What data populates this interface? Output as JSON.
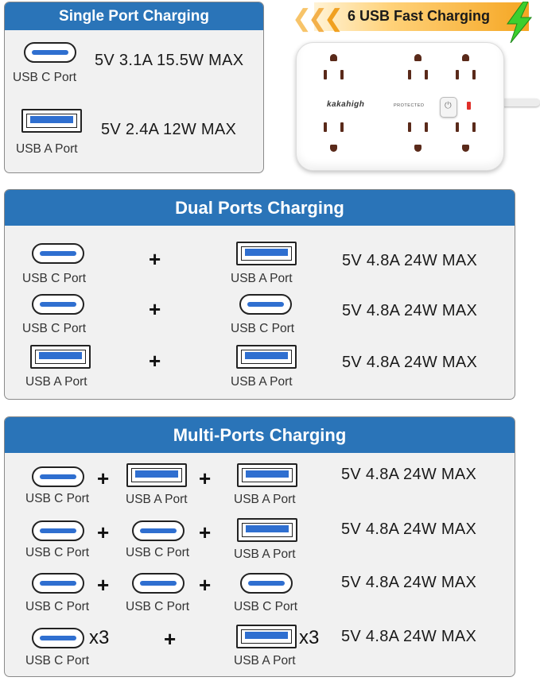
{
  "banner": {
    "text": "6 USB Fast Charging",
    "bolt_icon": "lightning-bolt-icon"
  },
  "product": {
    "brand": "kakahigh",
    "status": "PROTECTED",
    "button_icon": "power-icon"
  },
  "single": {
    "title": "Single Port Charging",
    "rows": [
      {
        "port": "USB C Port",
        "spec": "5V 3.1A 15.5W MAX"
      },
      {
        "port": "USB A Port",
        "spec": "5V 2.4A 12W MAX"
      }
    ]
  },
  "dual": {
    "title": "Dual Ports Charging",
    "plus": "+",
    "rows": [
      {
        "a": "USB C Port",
        "b": "USB A Port",
        "spec": "5V 4.8A 24W MAX"
      },
      {
        "a": "USB C Port",
        "b": "USB C Port",
        "spec": "5V 4.8A 24W MAX"
      },
      {
        "a": "USB A Port",
        "b": "USB A Port",
        "spec": "5V 4.8A 24W MAX"
      }
    ]
  },
  "multi": {
    "title": "Multi-Ports Charging",
    "plus": "+",
    "times": "x3",
    "rows": [
      {
        "a": "USB C Port",
        "b": "USB A Port",
        "c": "USB A Port",
        "spec": "5V 4.8A 24W MAX"
      },
      {
        "a": "USB C Port",
        "b": "USB C Port",
        "c": "USB A Port",
        "spec": "5V 4.8A 24W MAX"
      },
      {
        "a": "USB C Port",
        "b": "USB C Port",
        "c": "USB C Port",
        "spec": "5V 4.8A 24W MAX"
      },
      {
        "a": "USB C Port",
        "b": "USB A Port",
        "spec": "5V 4.8A 24W MAX"
      }
    ]
  },
  "colors": {
    "header_blue": "#2a74b8",
    "port_blue": "#2f6fd0",
    "banner_orange": "#f5a623",
    "bolt_green": "#3ccf2e"
  }
}
